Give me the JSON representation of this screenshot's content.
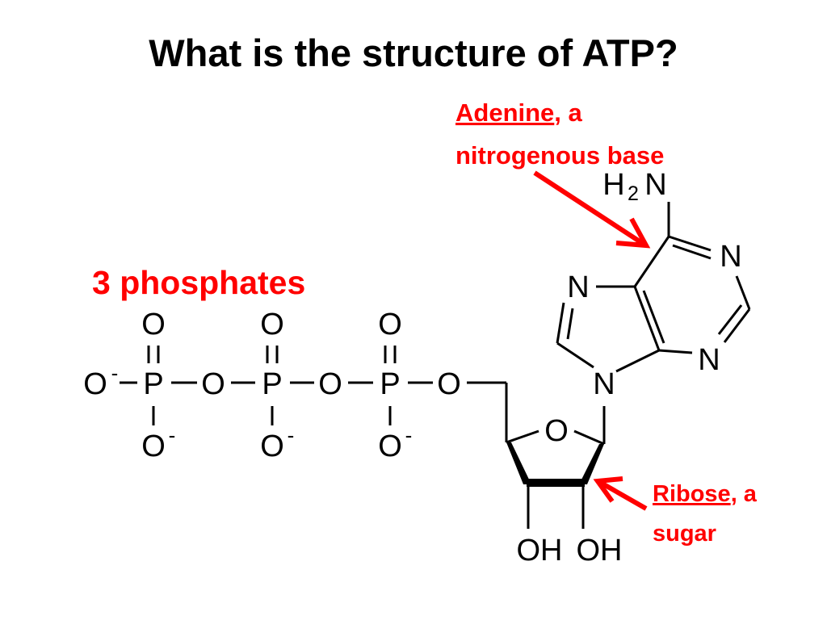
{
  "slide": {
    "title": "What is the structure of ATP?"
  },
  "callouts": {
    "adenine": {
      "name": "Adenine",
      "rest_line1": ", a",
      "line2": "nitrogenous base"
    },
    "phosphates": "3 phosphates",
    "ribose": {
      "name": "Ribose",
      "rest_line1": ", a",
      "line2": "sugar"
    }
  },
  "atoms": {
    "oxygen": "O",
    "phosphorus": "P",
    "nitrogen": "N",
    "hydrogen": "H",
    "subscript_two": "2",
    "hydroxyl": "OH",
    "minus": "-"
  },
  "colors": {
    "accent": "#ff0000",
    "text": "#000000",
    "background": "#ffffff"
  }
}
